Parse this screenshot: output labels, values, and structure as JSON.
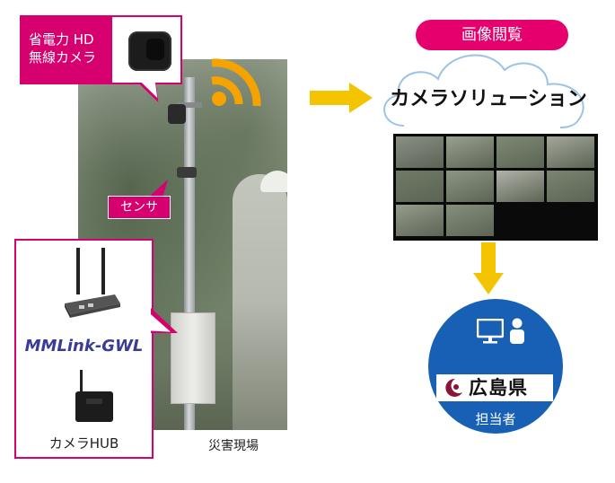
{
  "camera": {
    "label_line1": "省電力 HD",
    "label_line2": "無線カメラ"
  },
  "sensor": {
    "label": "センサ"
  },
  "equipment": {
    "router_label": "MMLink-GWL",
    "hub_label": "カメラHUB"
  },
  "site": {
    "caption": "災害現場"
  },
  "cloud": {
    "badge": "画像閲覧",
    "title": "カメラソリューション"
  },
  "viewer": {
    "thumbnails": 10
  },
  "recipient": {
    "organization": "広島県",
    "role": "担当者"
  },
  "colors": {
    "magenta": "#d6006f",
    "arrow_yellow": "#f5c400",
    "wifi_orange": "#f5a300",
    "circle_blue": "#1760b6",
    "router_text": "#3a3c97"
  }
}
